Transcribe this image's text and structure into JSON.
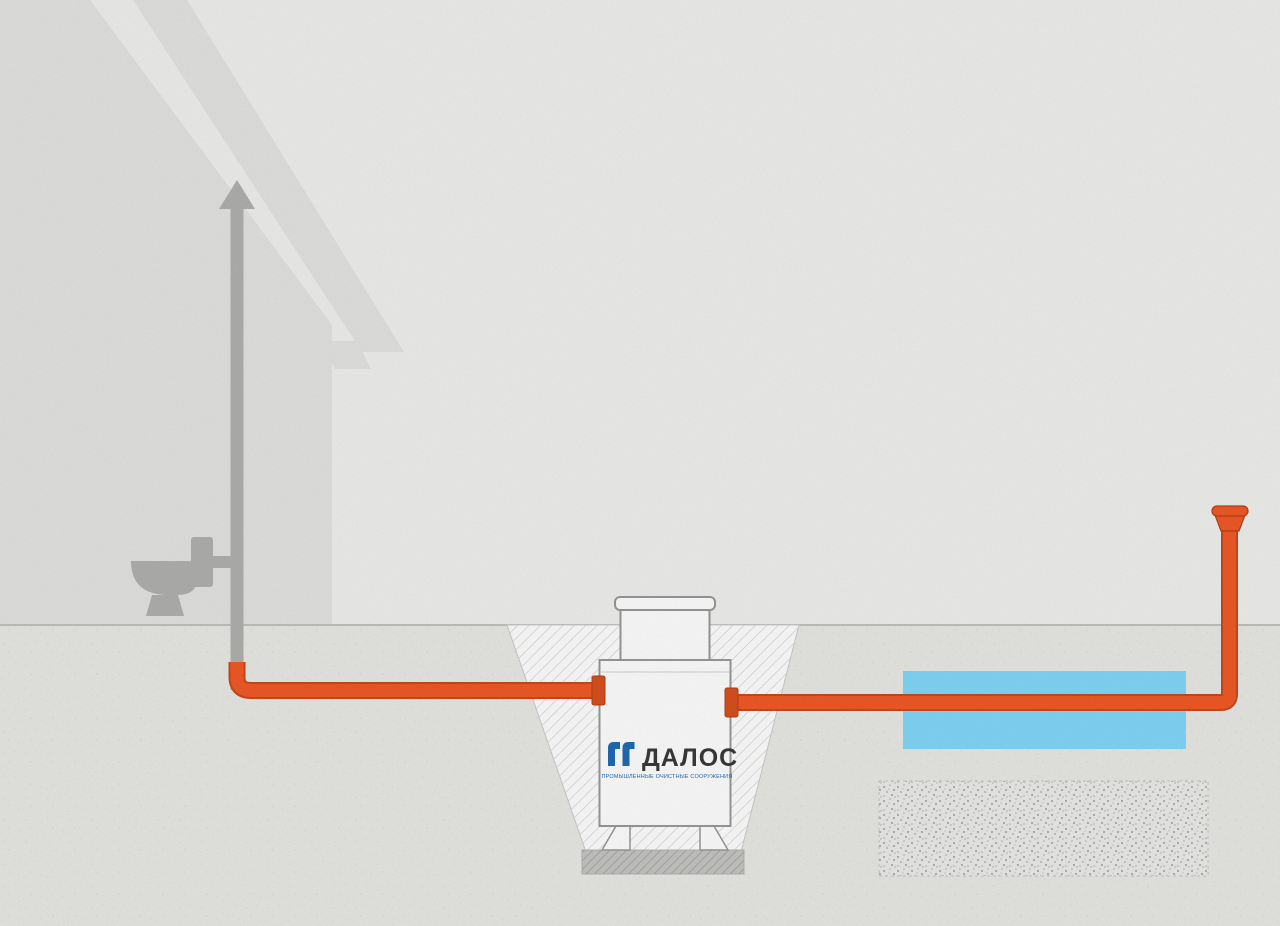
{
  "diagram": {
    "brand": {
      "name": "ДАЛОС",
      "tagline": "ПРОМЫШЛЕННЫЕ ОЧИСТНЫЕ СООРУЖЕНИЯ",
      "logo_color": "#1f6cb5",
      "name_color": "#3a3a3a",
      "tagline_color": "#1f6cb5"
    },
    "colors": {
      "background": "#f1f1ef",
      "house": "#e4e4e2",
      "soil": "#e9e9e6",
      "gravel_bg": "#ececea",
      "ground_line": "#c2c2c0",
      "gray_pipe": "#b1b1af",
      "orange_pipe": "#f25a28",
      "orange_pipe_outline": "#c94b1b",
      "orange_fitting": "#d8511f",
      "water_field": "#83d8fa",
      "tank_fill": "#ffffff",
      "tank_stroke": "#9a9a98",
      "hatch_line": "#cfcfcd",
      "slab": "#c6c6c4",
      "stipple_dot": "#a2a2a0"
    },
    "icons": {
      "vent_arrow": "up-arrow",
      "toilet": "toilet-silhouette",
      "vent_cap": "mushroom-vent-cap"
    }
  }
}
